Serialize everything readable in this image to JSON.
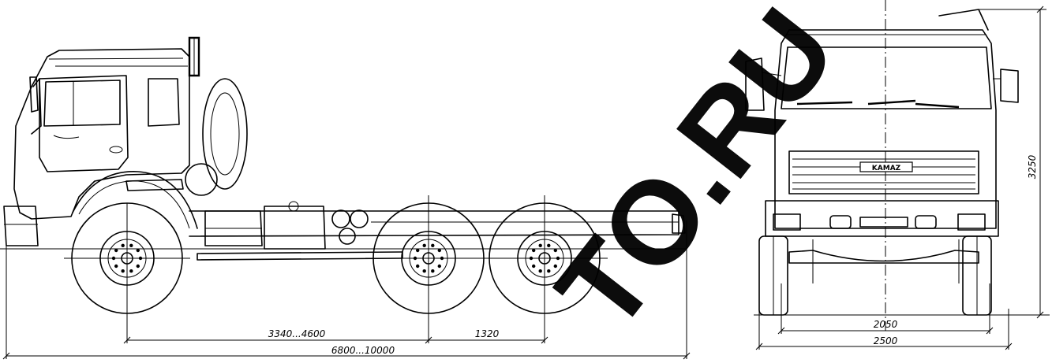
{
  "dimensions": {
    "wheelbase_front": "3340...4600",
    "wheelbase_rear": "1320",
    "overall_length": "6800...10000",
    "track": "2050",
    "overall_width": "2500",
    "overall_height": "3250"
  },
  "badges": {
    "grille_badge": "KAMAZ"
  },
  "watermark": {
    "text": "TO.RU"
  }
}
